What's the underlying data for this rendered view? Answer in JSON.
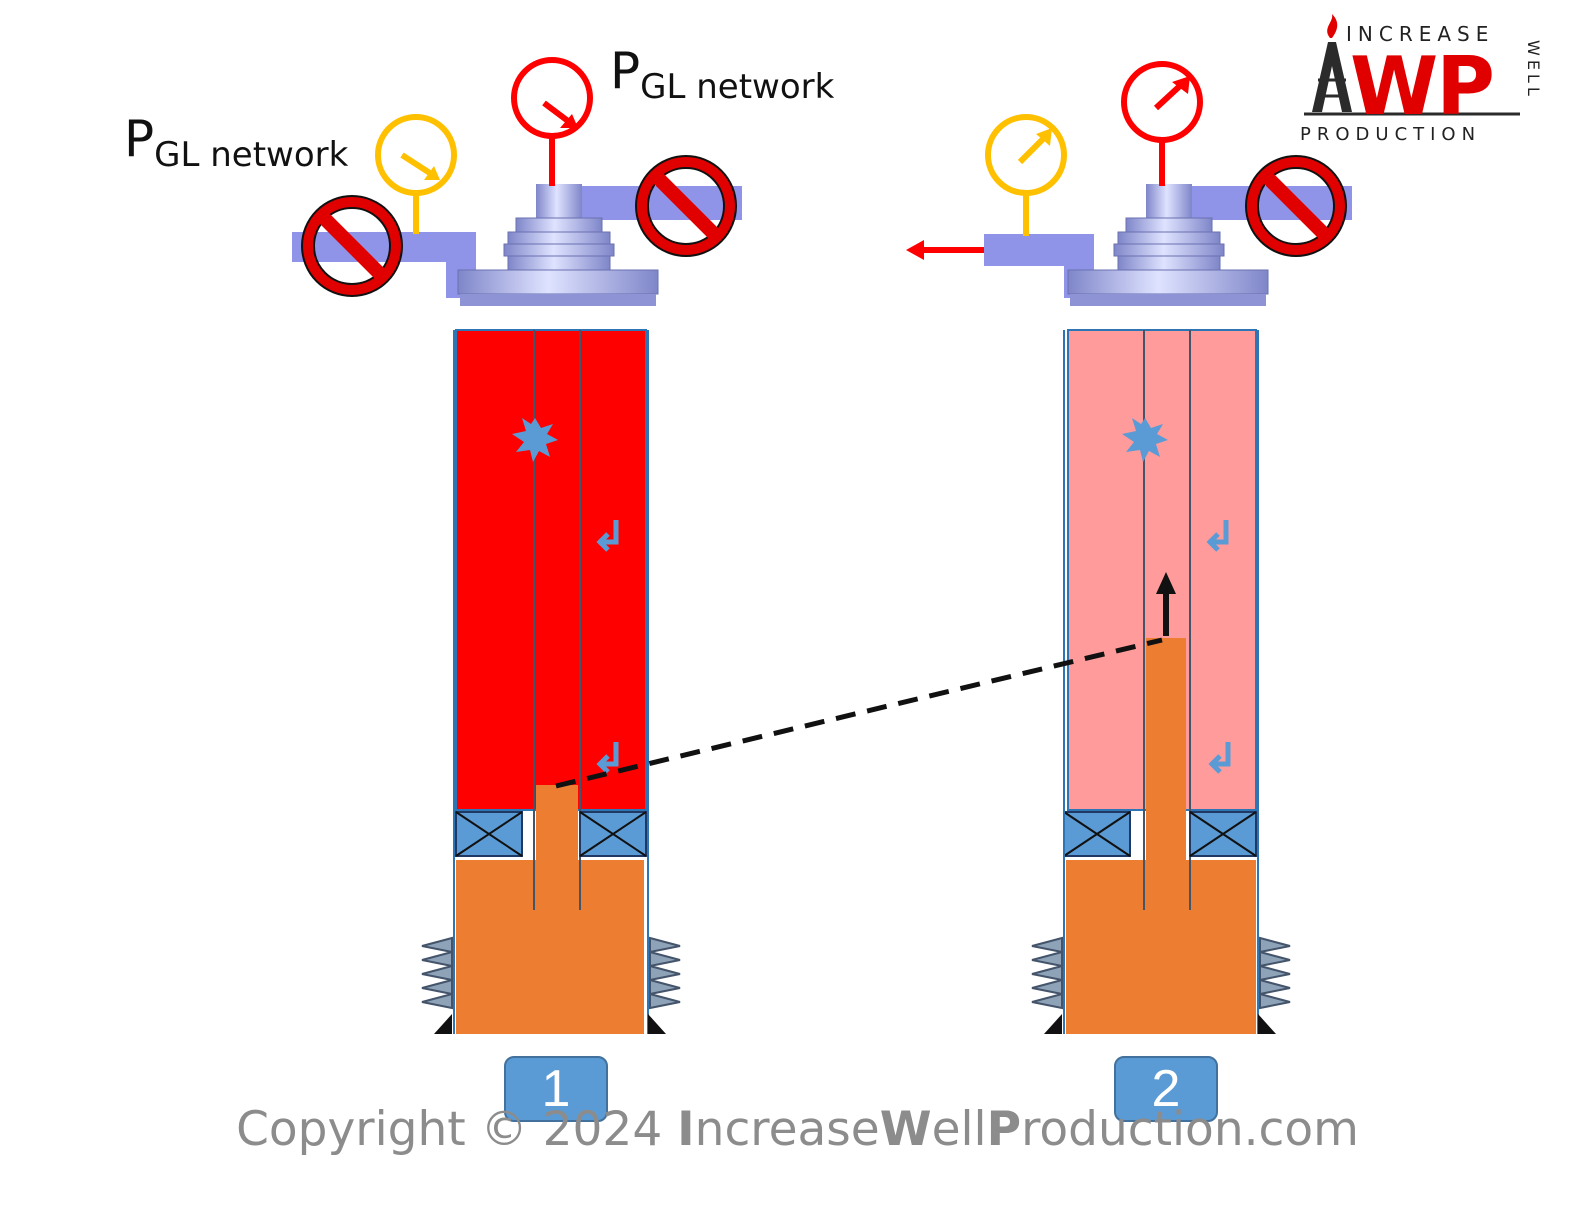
{
  "labels": {
    "p_left": {
      "main": "P",
      "sub": "GL network"
    },
    "p_center": {
      "main": "P",
      "sub": "GL network"
    }
  },
  "badges": {
    "well1": "1",
    "well2": "2"
  },
  "copyright": {
    "prefix": "Copyright © 2024 ",
    "i": "I",
    "ncrease": "ncrease",
    "w": "W",
    "ell": "ell",
    "p": "P",
    "roduction": "roduction.com"
  },
  "logo": {
    "top": "INCREASE",
    "main": "WP",
    "bottom": "PRODUCTION",
    "side": "WELL"
  },
  "colors": {
    "annulus_full": "#ff0000",
    "annulus_depleted": "#ff9b9b",
    "reservoir_fluid": "#ed7d31",
    "pipe": "#8f94e8",
    "gauge_casing": "#ffc000",
    "gauge_tubing": "#ff0000",
    "packer": "#5b9bd5",
    "valve_icon": "#5b9bd5"
  }
}
